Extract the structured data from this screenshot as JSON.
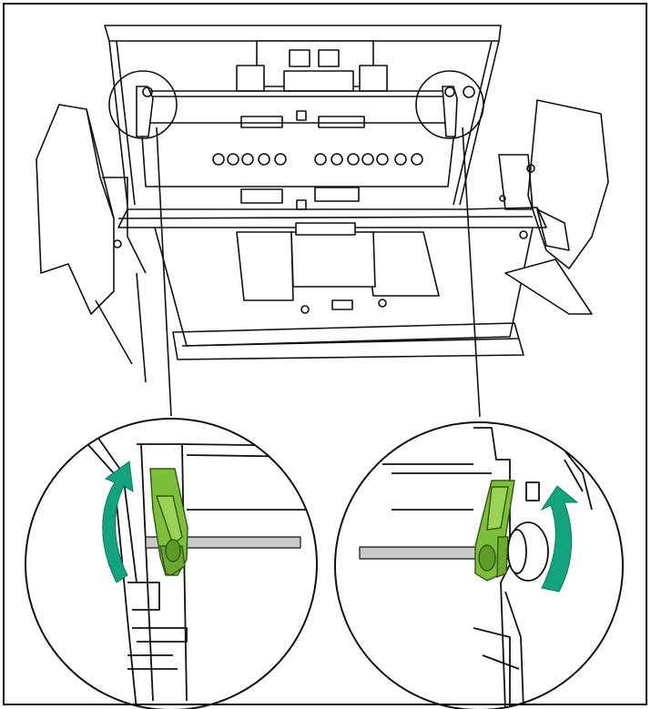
{
  "figure": {
    "type": "technical-illustration",
    "subject": "scanner-open-lid-roller-levers",
    "colors": {
      "line": "#111111",
      "lever_green": "#7bbf3a",
      "lever_green_dark": "#4e8a1e",
      "arrow_teal": "#14a37f",
      "shaft_gray": "#c9c9c9",
      "background": "#ffffff"
    },
    "icons": [
      "left-lever-icon",
      "right-lever-icon",
      "rotate-up-arrow-left",
      "rotate-up-arrow-right"
    ],
    "detail_views": [
      {
        "side": "left",
        "action": "rotate-lever-up"
      },
      {
        "side": "right",
        "action": "rotate-lever-up"
      }
    ]
  }
}
